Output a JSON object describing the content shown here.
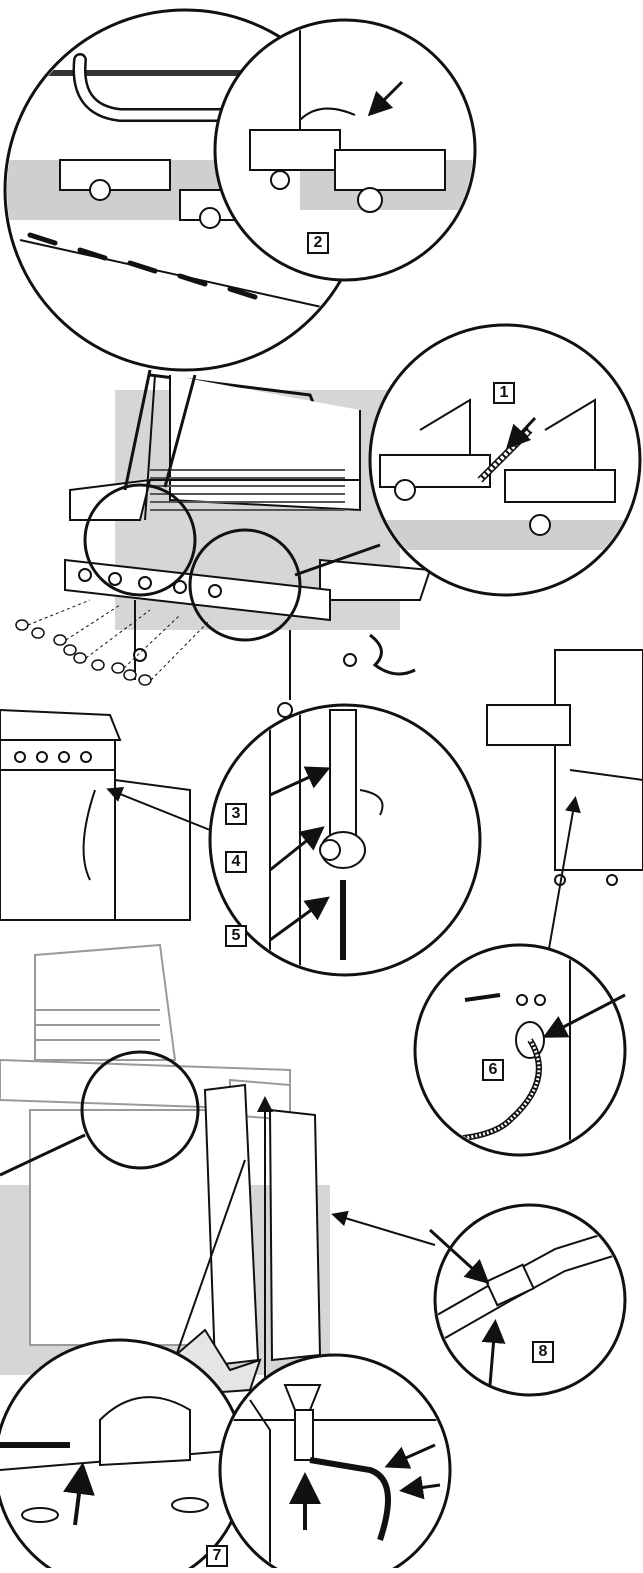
{
  "callouts": [
    {
      "id": "c1",
      "label": "1"
    },
    {
      "id": "c2",
      "label": "2"
    },
    {
      "id": "c3",
      "label": "3"
    },
    {
      "id": "c4",
      "label": "4"
    },
    {
      "id": "c5",
      "label": "5"
    },
    {
      "id": "c6",
      "label": "6"
    },
    {
      "id": "c7",
      "label": "7"
    },
    {
      "id": "c8",
      "label": "8"
    }
  ],
  "colors": {
    "ink": "#111111",
    "shade": "#cfcfcf",
    "faint": "#9a9a9a",
    "paper": "#ffffff"
  }
}
